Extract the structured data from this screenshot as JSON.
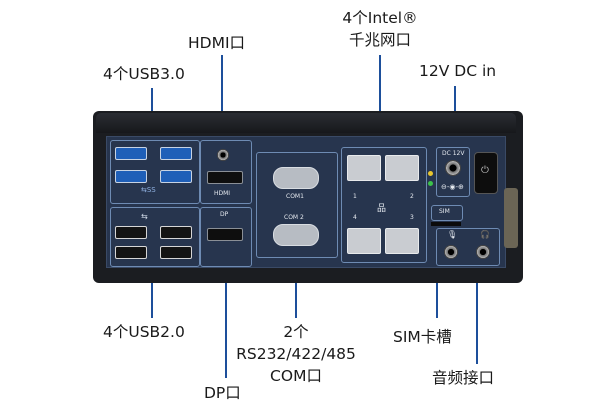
{
  "labels": {
    "usb3": "4个USB3.0",
    "hdmi": "HDMI口",
    "lan_line1": "4个Intel®",
    "lan_line2": "千兆网口",
    "dc_in": "12V DC in",
    "usb2": "4个USB2.0",
    "com_line1": "2个",
    "com_line2": "RS232/422/485",
    "com_line3": "COM口",
    "dp": "DP口",
    "sim": "SIM卡槽",
    "audio": "音频接口"
  },
  "device_text": {
    "hdmi": "HDMI",
    "dp": "DP",
    "com1": "COM1",
    "com2": "COM 2",
    "dc12v": "DC 12V",
    "sim": "SIM",
    "lan1": "1",
    "lan2": "2",
    "lan3": "3",
    "lan4": "4"
  },
  "colors": {
    "leader_line": "#1d4f9b",
    "panel": "#27354e",
    "usb3_blue": "#1f5fb8"
  },
  "icons": [
    "usb-symbol-icon",
    "network-symbol-icon",
    "power-icon",
    "microphone-icon",
    "headphone-icon"
  ]
}
